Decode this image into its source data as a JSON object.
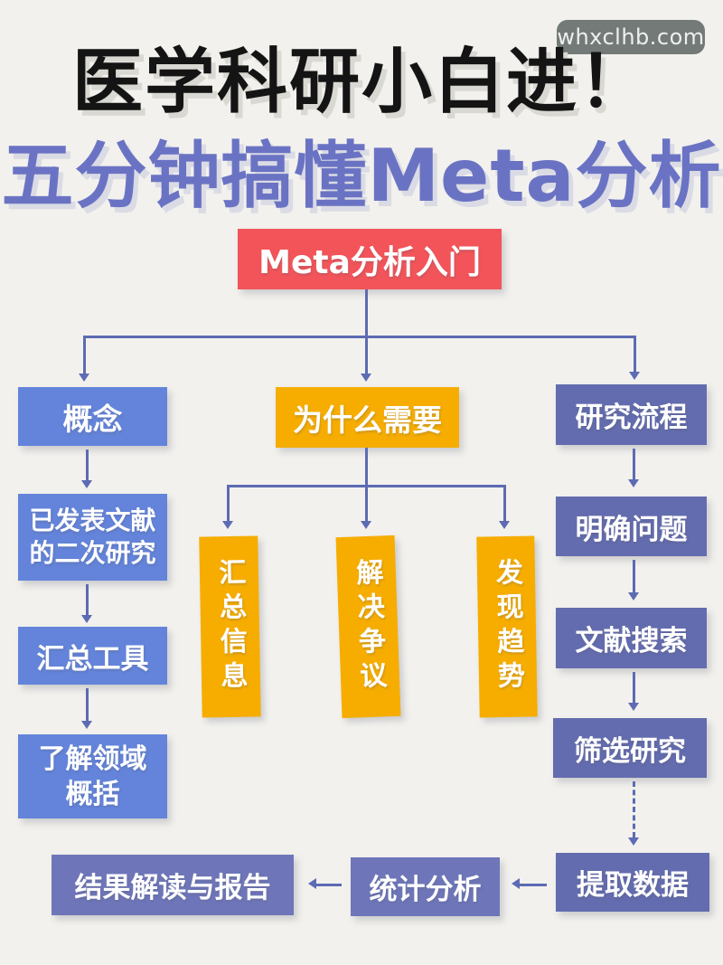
{
  "page": {
    "watermark": "whxclhb.com",
    "title": "医学科研小白进！",
    "subtitle": "五分钟搞懂Meta分析"
  },
  "flow": {
    "root": "Meta分析入门",
    "left": {
      "head": "概念",
      "step1": "已发表文献\n的二次研究",
      "step2": "汇总工具",
      "step3": "了解领域\n概括"
    },
    "middle": {
      "head": "为什么需要",
      "reason1": "汇总信息",
      "reason2": "解决争议",
      "reason3": "发现趋势"
    },
    "right": {
      "head": "研究流程",
      "step1": "明确问题",
      "step2": "文献搜索",
      "step3": "筛选研究",
      "step4": "提取数据"
    },
    "bottom": {
      "step1": "统计分析",
      "step2": "结果解读与报告"
    }
  },
  "colors": {
    "root_red": "#f25459",
    "why_yellow": "#f6ad00",
    "concept_blue": "#6384da",
    "process_purple": "#636cae",
    "bottom_purple": "#6e76b9",
    "connector": "#5d6bb3",
    "subtitle_purple": "#6a73c3",
    "background": "#f2f1ed"
  }
}
